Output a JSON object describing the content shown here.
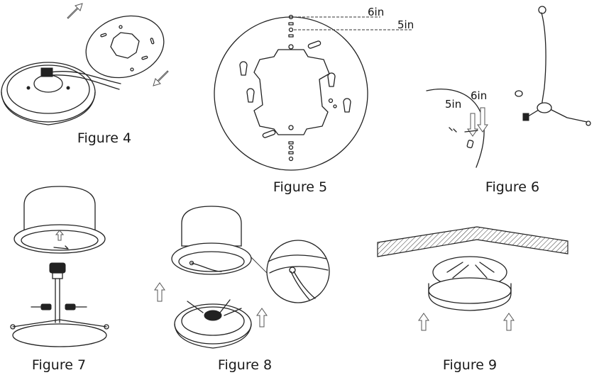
{
  "figures": [
    {
      "id": "figure-4",
      "caption": "Figure 4"
    },
    {
      "id": "figure-5",
      "caption": "Figure 5",
      "dimensions": [
        "6in",
        "5in"
      ]
    },
    {
      "id": "figure-6",
      "caption": "Figure 6",
      "dimensions": [
        "6in",
        "5in"
      ]
    },
    {
      "id": "figure-7",
      "caption": "Figure 7"
    },
    {
      "id": "figure-8",
      "caption": "Figure 8"
    },
    {
      "id": "figure-9",
      "caption": "Figure 9"
    }
  ]
}
